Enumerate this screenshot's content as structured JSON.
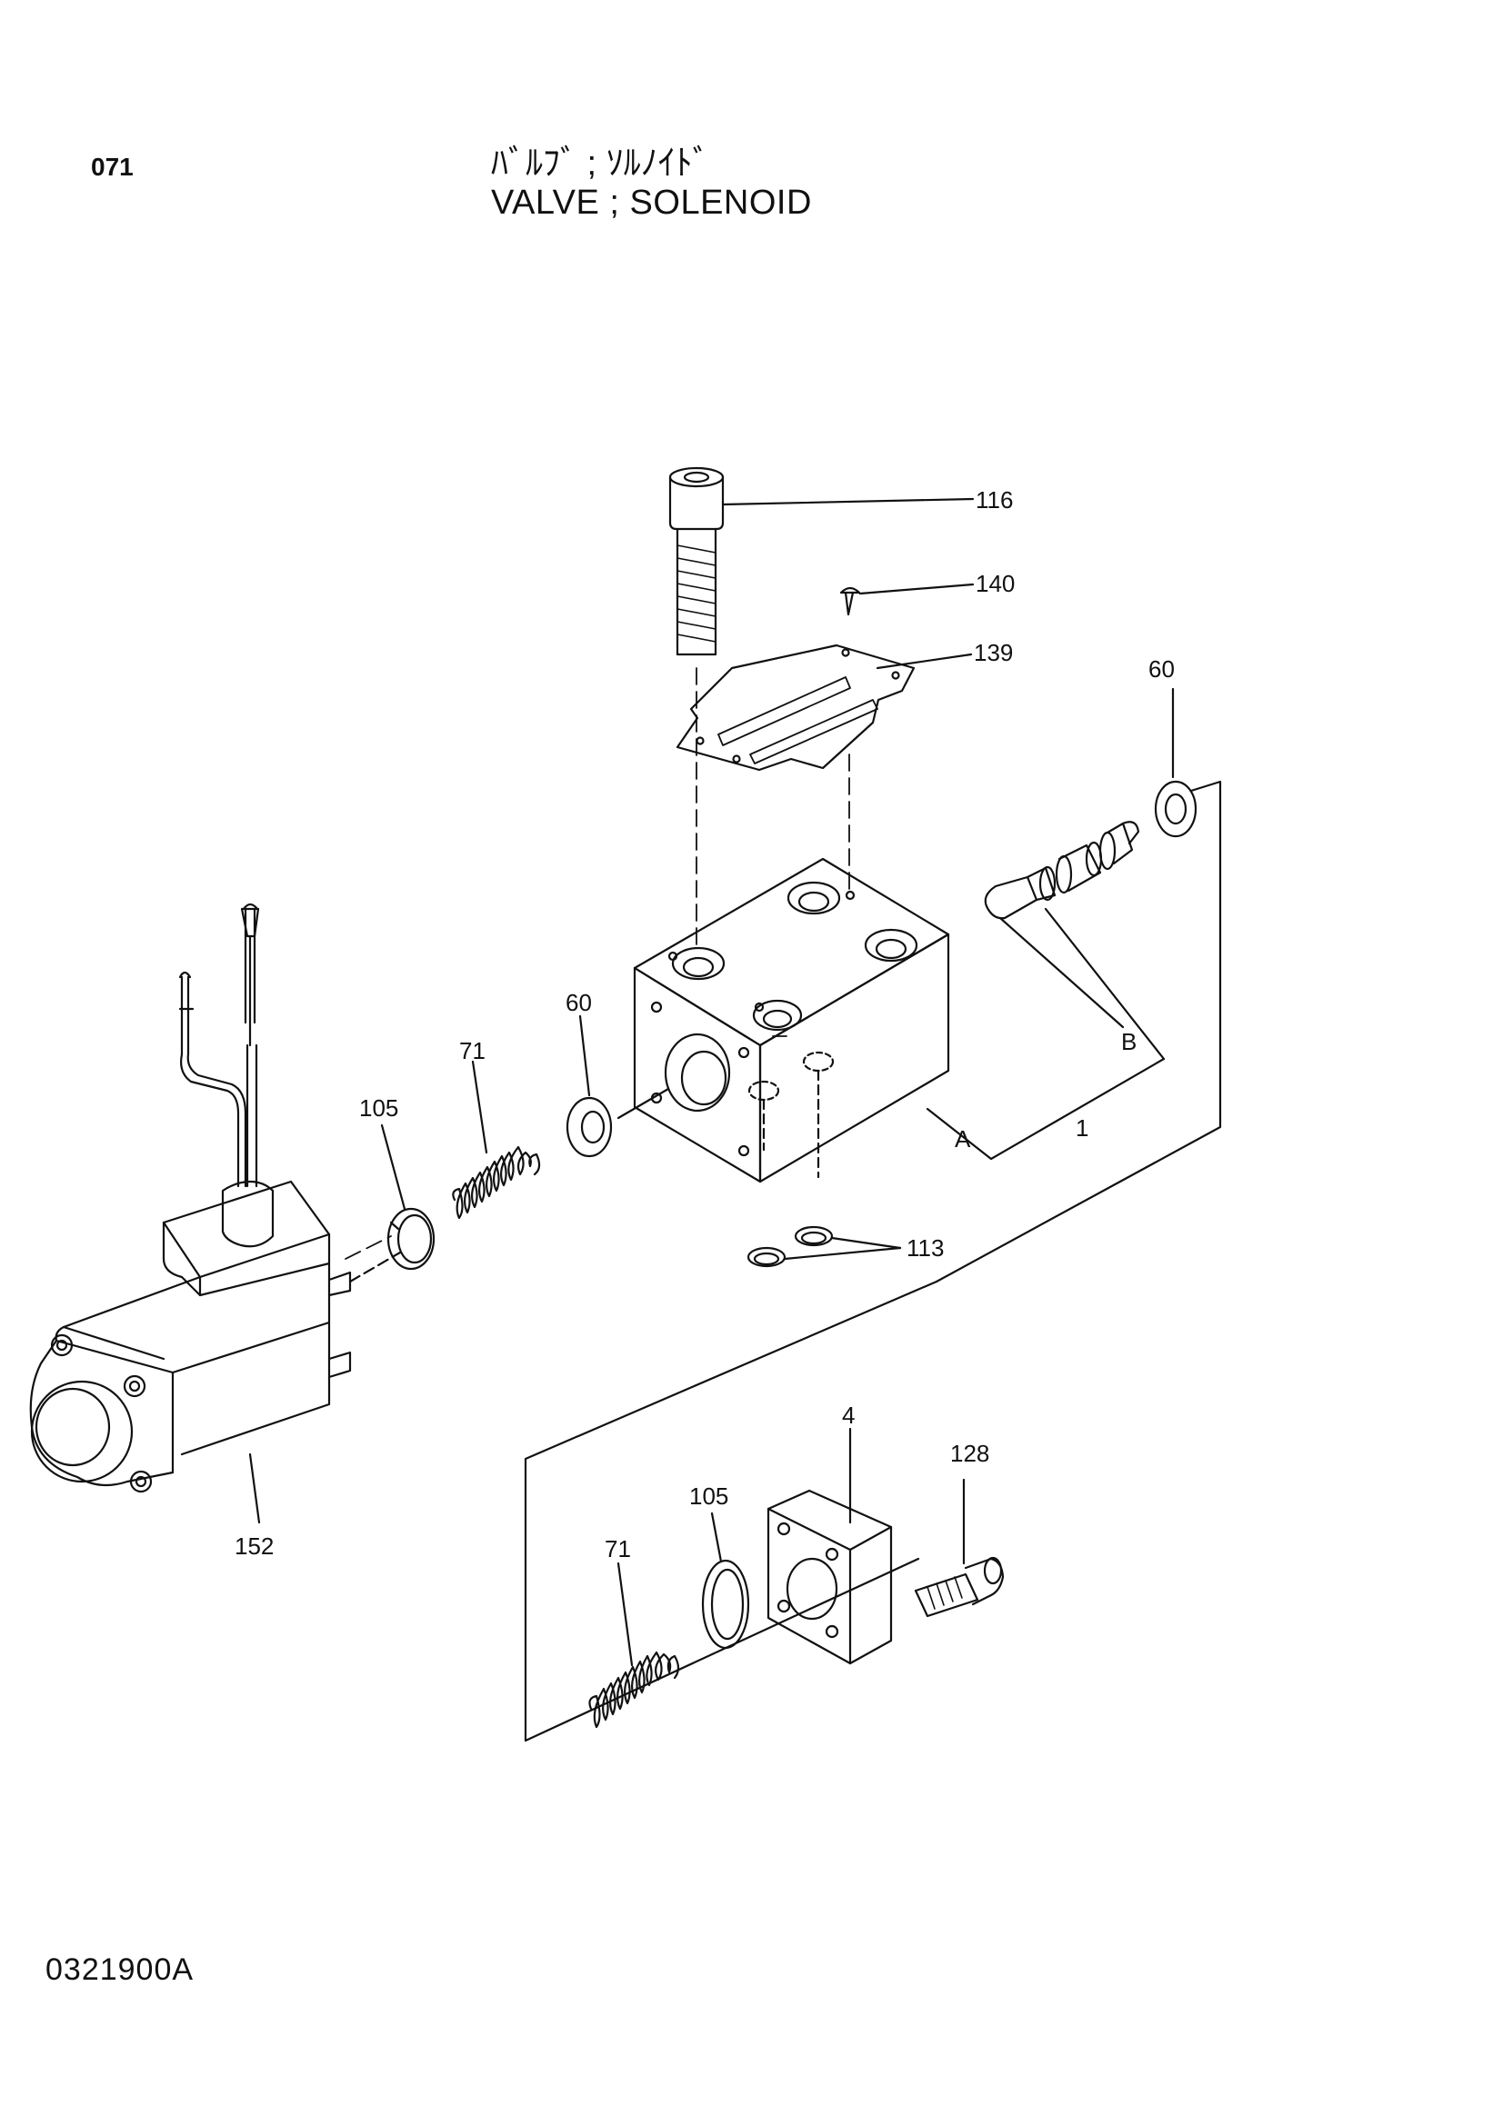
{
  "header": {
    "page_number": "071",
    "title_japanese": "ﾊﾞﾙﾌﾞ ; ｿﾙﾉｲﾄﾞ",
    "title_english": "VALVE ; SOLENOID"
  },
  "footer": {
    "document_code": "0321900A"
  },
  "callouts": {
    "c116": "116",
    "c140": "140",
    "c139": "139",
    "c60_top": "60",
    "c60_mid": "60",
    "c71_top": "71",
    "c105_top": "105",
    "cB": "B",
    "cA": "A",
    "c1": "1",
    "c113": "113",
    "c4": "4",
    "c128": "128",
    "c105_bot": "105",
    "c71_bot": "71",
    "c152": "152"
  },
  "colors": {
    "line": "#111111",
    "paper": "#ffffff"
  }
}
